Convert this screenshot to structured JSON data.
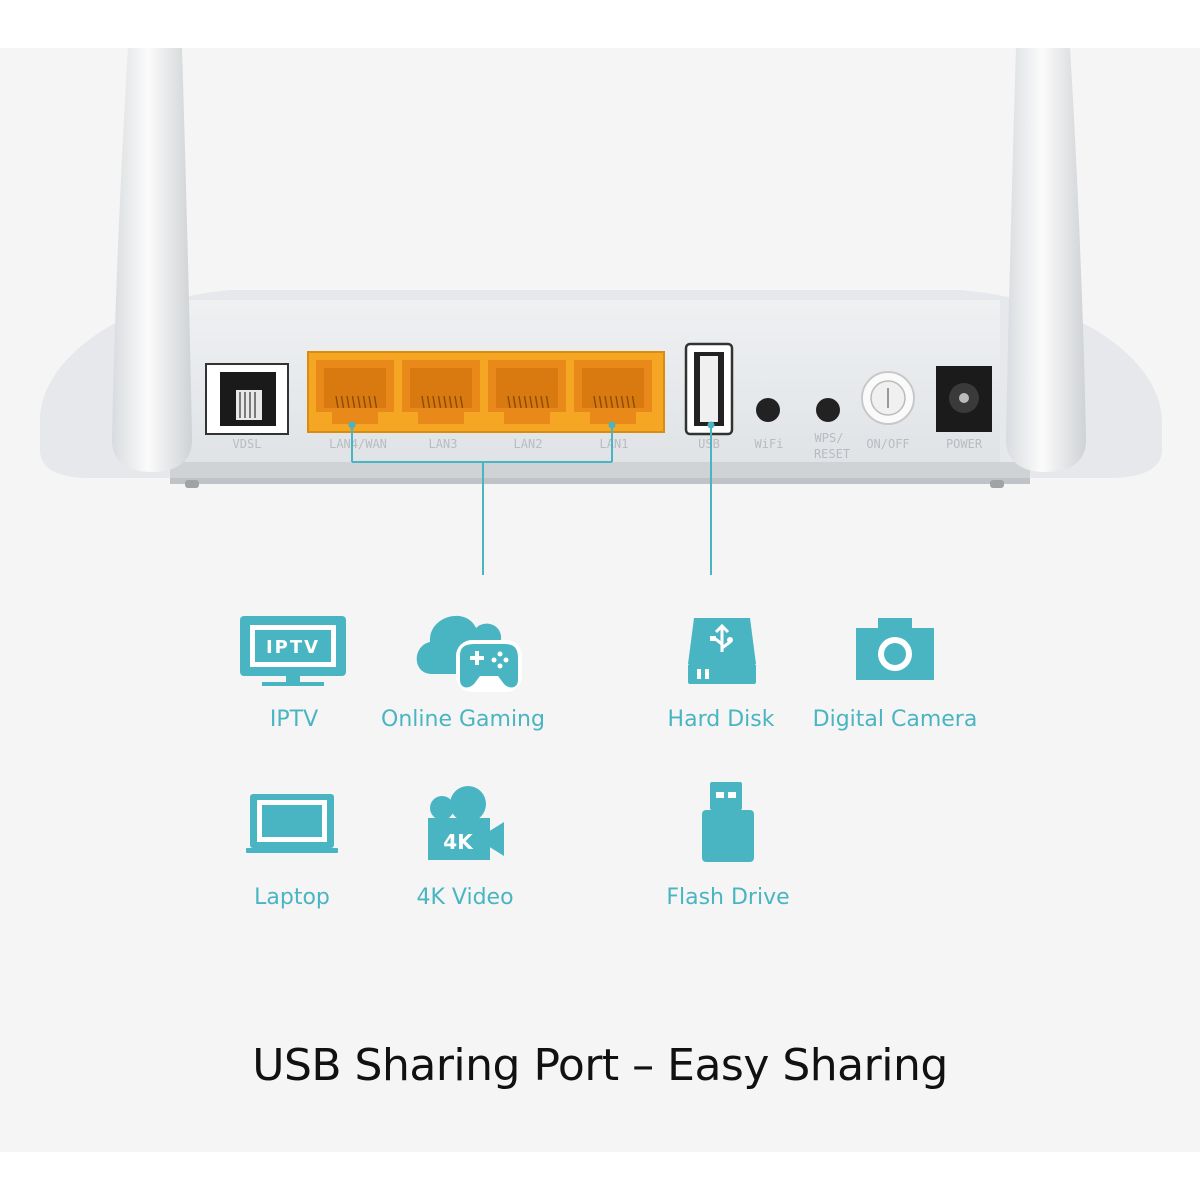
{
  "ports": {
    "vdsl": "VDSL",
    "lan4": "LAN4/WAN",
    "lan3": "LAN3",
    "lan2": "LAN2",
    "lan1": "LAN1",
    "usb": "USB",
    "wifi": "WiFi",
    "wps_line1": "WPS/",
    "wps_line2": "RESET",
    "onoff": "ON/OFF",
    "power": "POWER"
  },
  "devices": {
    "iptv": {
      "label": "IPTV",
      "screen_text": "IPTV"
    },
    "gaming": {
      "label": "Online Gaming"
    },
    "harddisk": {
      "label": "Hard Disk"
    },
    "camera": {
      "label": "Digital Camera"
    },
    "laptop": {
      "label": "Laptop"
    },
    "video": {
      "label": "4K Video",
      "badge": "4K"
    },
    "flash": {
      "label": "Flash Drive"
    }
  },
  "title": "USB Sharing Port – Easy Sharing",
  "colors": {
    "accent": "#4ab5c2",
    "lan_port": "#f5a623",
    "background": "#f5f5f5",
    "title": "#111111"
  }
}
